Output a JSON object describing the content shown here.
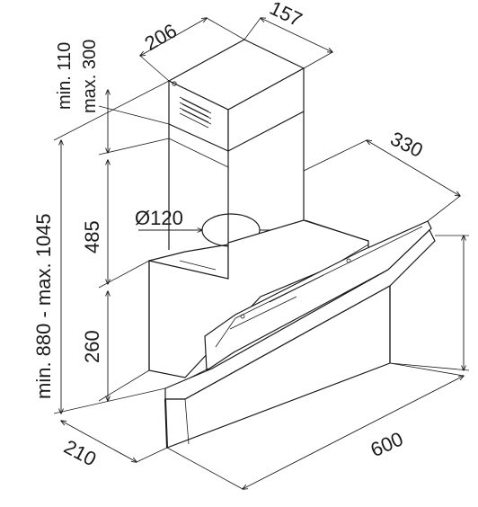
{
  "labels": {
    "chimney_width": "206",
    "chimney_depth": "157",
    "upper_min": "min. 110",
    "upper_max": "max. 300",
    "total_height": "min. 880 - max. 1045",
    "chimney_height": "485",
    "body_height": "260",
    "duct": "Ø120",
    "canopy_depth": "330",
    "hood_width": "600",
    "hood_depth": "210"
  },
  "colors": {
    "stroke": "#1a1a1a",
    "background": "#ffffff"
  }
}
